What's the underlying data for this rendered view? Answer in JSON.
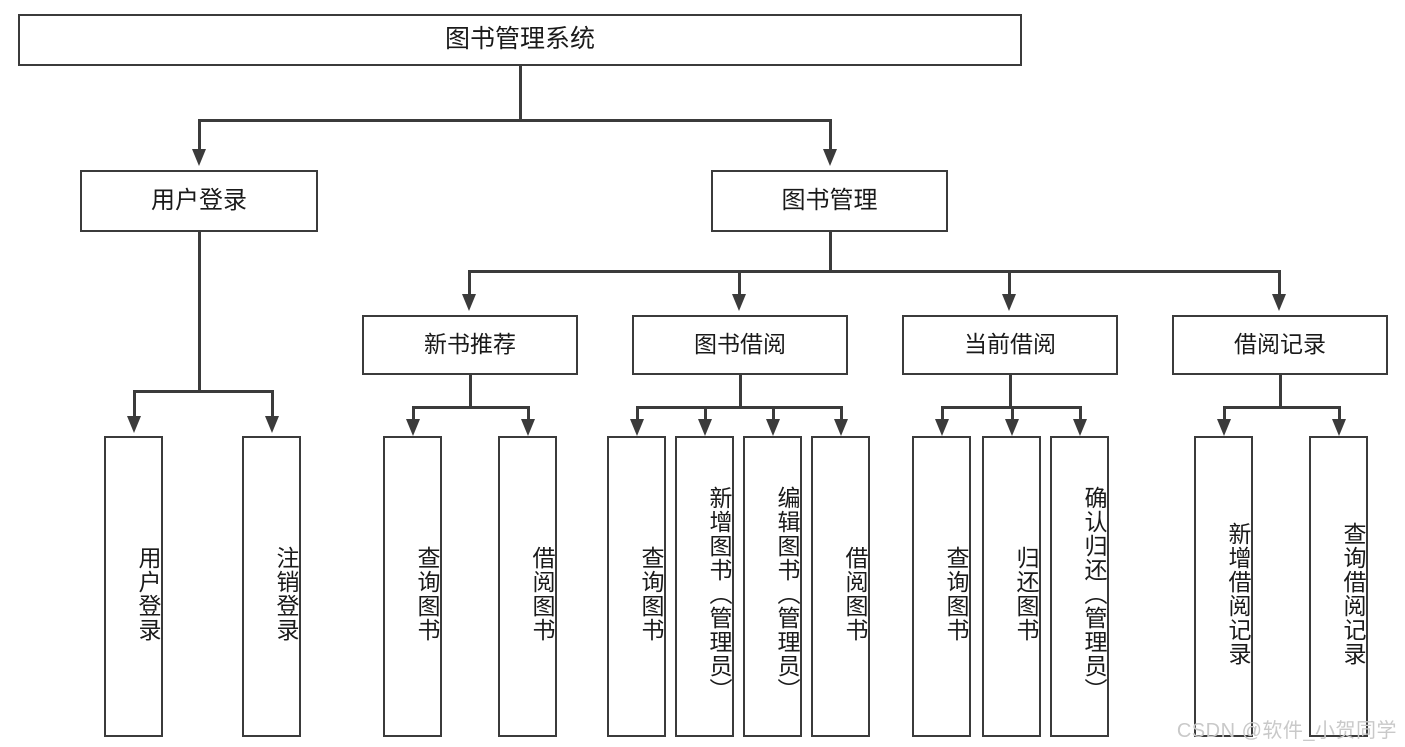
{
  "diagram": {
    "title": "图书管理系统",
    "watermark": "CSDN @软件_小贺同学",
    "line_color": "#3b3b3b",
    "box_fill": "#ffffff",
    "text_color": "#1a1a1a",
    "watermark_color": "#c9c9c9"
  },
  "nodes": {
    "root": {
      "label": "图书管理系统"
    },
    "level2": [
      {
        "label": "用户登录"
      },
      {
        "label": "图书管理"
      }
    ],
    "level3": [
      {
        "label": "新书推荐"
      },
      {
        "label": "图书借阅"
      },
      {
        "label": "当前借阅"
      },
      {
        "label": "借阅记录"
      }
    ],
    "leaves_user_login": [
      {
        "label": "用户登录"
      },
      {
        "label": "注销登录"
      }
    ],
    "leaves_new_book": [
      {
        "label": "查询图书"
      },
      {
        "label": "借阅图书"
      }
    ],
    "leaves_borrow": [
      {
        "label": "查询图书"
      },
      {
        "label": "新增图书（管理员）"
      },
      {
        "label": "编辑图书（管理员）"
      },
      {
        "label": "借阅图书"
      }
    ],
    "leaves_current": [
      {
        "label": "查询图书"
      },
      {
        "label": "归还图书"
      },
      {
        "label": "确认归还（管理员）"
      }
    ],
    "leaves_record": [
      {
        "label": "新增借阅记录"
      },
      {
        "label": "查询借阅记录"
      }
    ]
  },
  "chart_data": {
    "type": "table",
    "title": "图书管理系统 功能结构图",
    "tree": {
      "name": "图书管理系统",
      "children": [
        {
          "name": "用户登录",
          "children": [
            {
              "name": "用户登录"
            },
            {
              "name": "注销登录"
            }
          ]
        },
        {
          "name": "图书管理",
          "children": [
            {
              "name": "新书推荐",
              "children": [
                {
                  "name": "查询图书"
                },
                {
                  "name": "借阅图书"
                }
              ]
            },
            {
              "name": "图书借阅",
              "children": [
                {
                  "name": "查询图书"
                },
                {
                  "name": "新增图书（管理员）"
                },
                {
                  "name": "编辑图书（管理员）"
                },
                {
                  "name": "借阅图书"
                }
              ]
            },
            {
              "name": "当前借阅",
              "children": [
                {
                  "name": "查询图书"
                },
                {
                  "name": "归还图书"
                },
                {
                  "name": "确认归还（管理员）"
                }
              ]
            },
            {
              "name": "借阅记录",
              "children": [
                {
                  "name": "新增借阅记录"
                },
                {
                  "name": "查询借阅记录"
                }
              ]
            }
          ]
        }
      ]
    }
  }
}
